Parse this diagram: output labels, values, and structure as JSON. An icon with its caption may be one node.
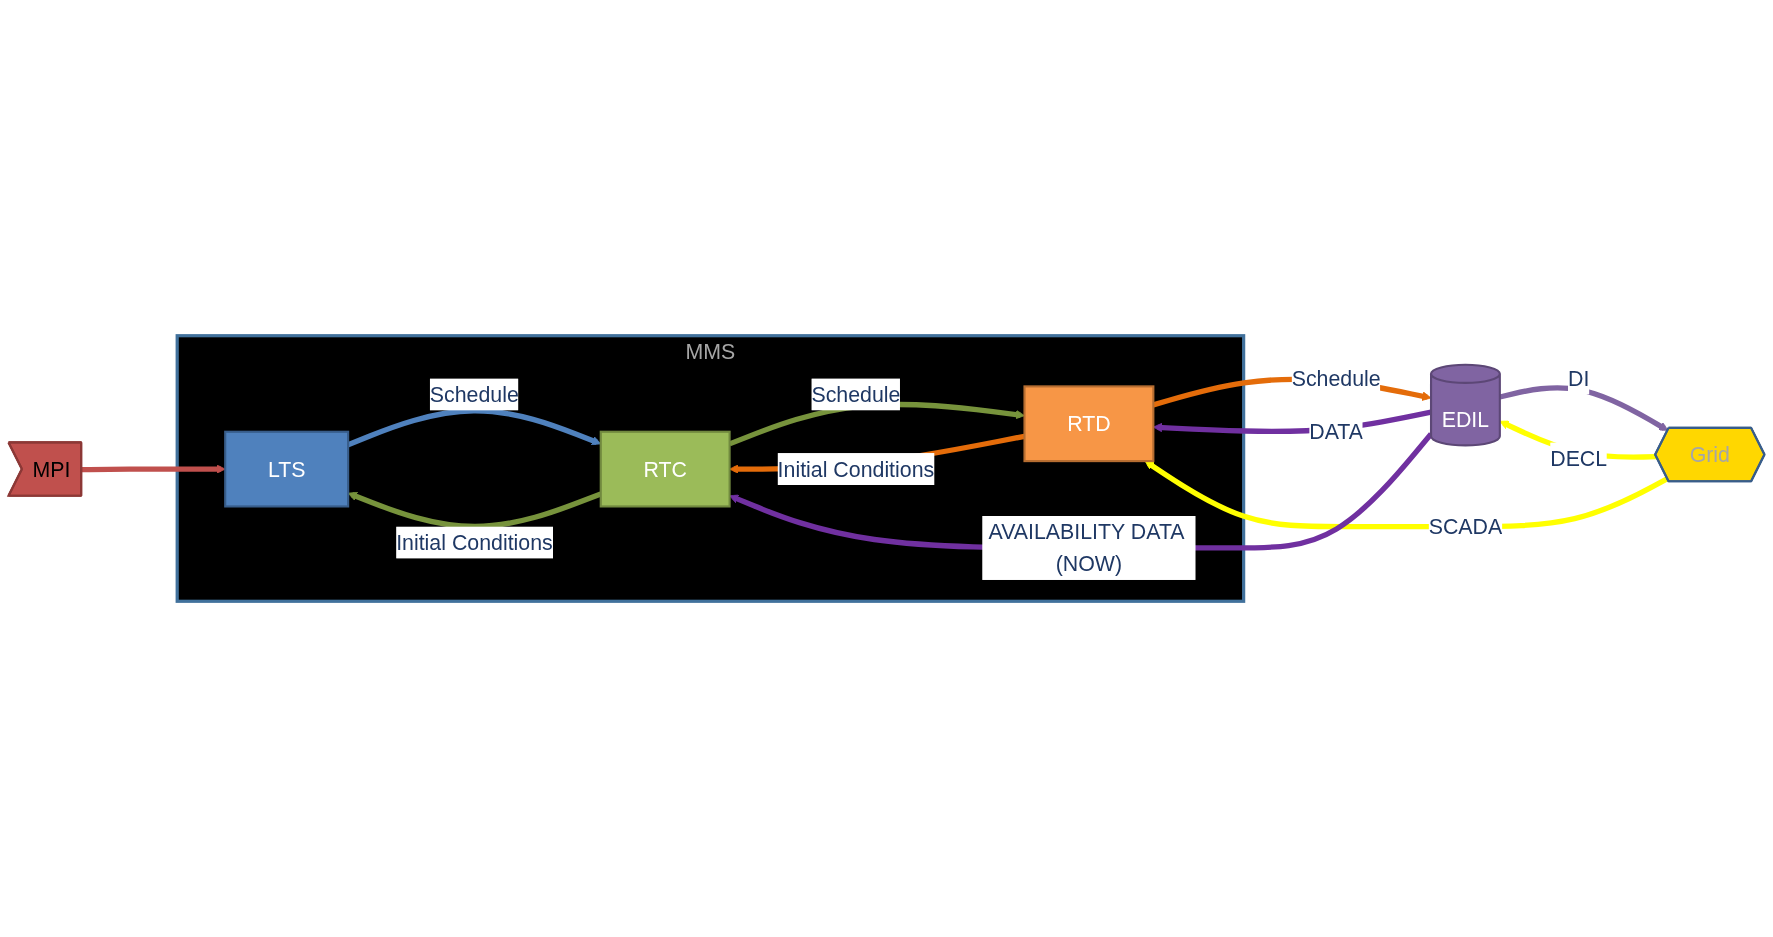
{
  "diagram": {
    "nodes": [
      {
        "text": [
          "MMS"
        ]
      },
      {
        "text": [
          "LTS"
        ],
        "in": 0
      },
      {
        "text": [
          "RTC"
        ],
        "in": 0
      },
      {
        "text": [
          "RTD"
        ],
        "in": 0
      },
      {
        "text": [
          "MPI"
        ]
      },
      {
        "text": [
          "Grid"
        ]
      },
      {
        "text": [
          "EDIL"
        ]
      }
    ],
    "edges": [
      {
        "from": 4,
        "to": 1,
        "arrow": "to",
        "color": "#c0504d"
      },
      {
        "from": 2,
        "to": 1,
        "arrow": "to",
        "label": "Initial Conditions",
        "color": "#77933c"
      },
      {
        "from": 1,
        "to": 2,
        "arrow": "to",
        "label": "Schedule",
        "color": "#4f81bd"
      },
      {
        "from": 3,
        "to": 2,
        "arrow": "to",
        "label": "Initial Conditions",
        "color": "#e46c0a"
      },
      {
        "from": 2,
        "to": 3,
        "arrow": "to",
        "label": "Schedule",
        "color": "#77933c"
      },
      {
        "from": 5,
        "to": 3,
        "arrow": "to",
        "label": "SCADA",
        "color": "#ffff00"
      },
      {
        "from": 6,
        "to": 3,
        "arrow": "to",
        "label": "DATA",
        "color": "#7030a0"
      },
      {
        "from": 3,
        "to": 6,
        "arrow": "to",
        "label": "Schedule",
        "color": "#e46c0a"
      },
      {
        "from": 6,
        "to": 2,
        "arrow": "to",
        "label": "AVAILABILITY DATA (NOW)",
        "color": "#7030a0"
      },
      {
        "from": 6,
        "to": 5,
        "arrow": "to",
        "label": "DI",
        "color": "#8064a2"
      },
      {
        "from": 5,
        "to": 6,
        "arrow": "to",
        "label": "DECL",
        "color": "#ffff00"
      }
    ]
  }
}
